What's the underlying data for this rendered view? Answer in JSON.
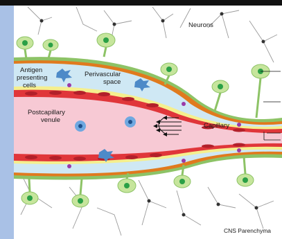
{
  "labels": {
    "neurons": "Neurons",
    "antigen_presenting_line1": "Antigen",
    "antigen_presenting_line2": "presenting",
    "antigen_presenting_line3": "cells",
    "perivascular_line1": "Perivascular",
    "perivascular_line2": "space",
    "postcapillary_line1": "Postcapillary",
    "postcapillary_line2": "venule",
    "capillary": "Capillary",
    "cns_parenchyma": "CNS Parenchyma"
  },
  "colors": {
    "frame_blue": "#a9c1e6",
    "header_black": "#111111",
    "parenchyma_bg": "#ffffff",
    "neuron_fill": "#c6e59c",
    "neuron_stroke": "#8dc366",
    "neuron_nucleus": "#2aa046",
    "basement_membrane": "#e07a1e",
    "glia_limitans": "#8dc366",
    "perivascular_fill": "#cfe8f4",
    "pericyte_layer": "#f5ef8e",
    "endothelium": "#e0363a",
    "lumen": "#f7c9d4",
    "blood_cell": "#3b8ad2",
    "antigen_cell": "#4d8ac8",
    "pericyte_nucleus": "#9a3aa8"
  }
}
